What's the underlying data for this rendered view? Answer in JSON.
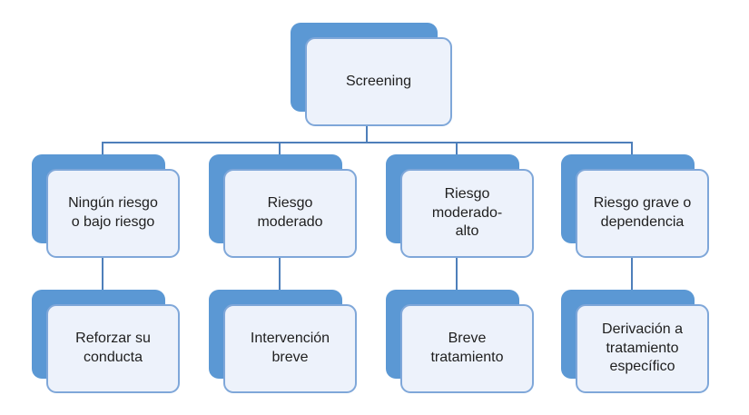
{
  "colors": {
    "node_back_fill": "#5B98D4",
    "node_front_fill": "#EDF2FB",
    "node_front_border": "#7FA7D9",
    "connector": "#4E7FBA",
    "text": "#1F1F1F",
    "background": "#FFFFFF"
  },
  "diagram": {
    "type": "hierarchy-flowchart",
    "root": {
      "label": "Screening"
    },
    "branches": [
      {
        "risk_label": "Ningún riesgo o bajo riesgo",
        "action_label": "Reforzar su conducta"
      },
      {
        "risk_label": "Riesgo moderado",
        "action_label": "Intervención breve"
      },
      {
        "risk_label": "Riesgo moderado-alto",
        "action_label": "Breve tratamiento"
      },
      {
        "risk_label": "Riesgo grave o dependencia",
        "action_label": "Derivación a tratamiento específico"
      }
    ]
  }
}
